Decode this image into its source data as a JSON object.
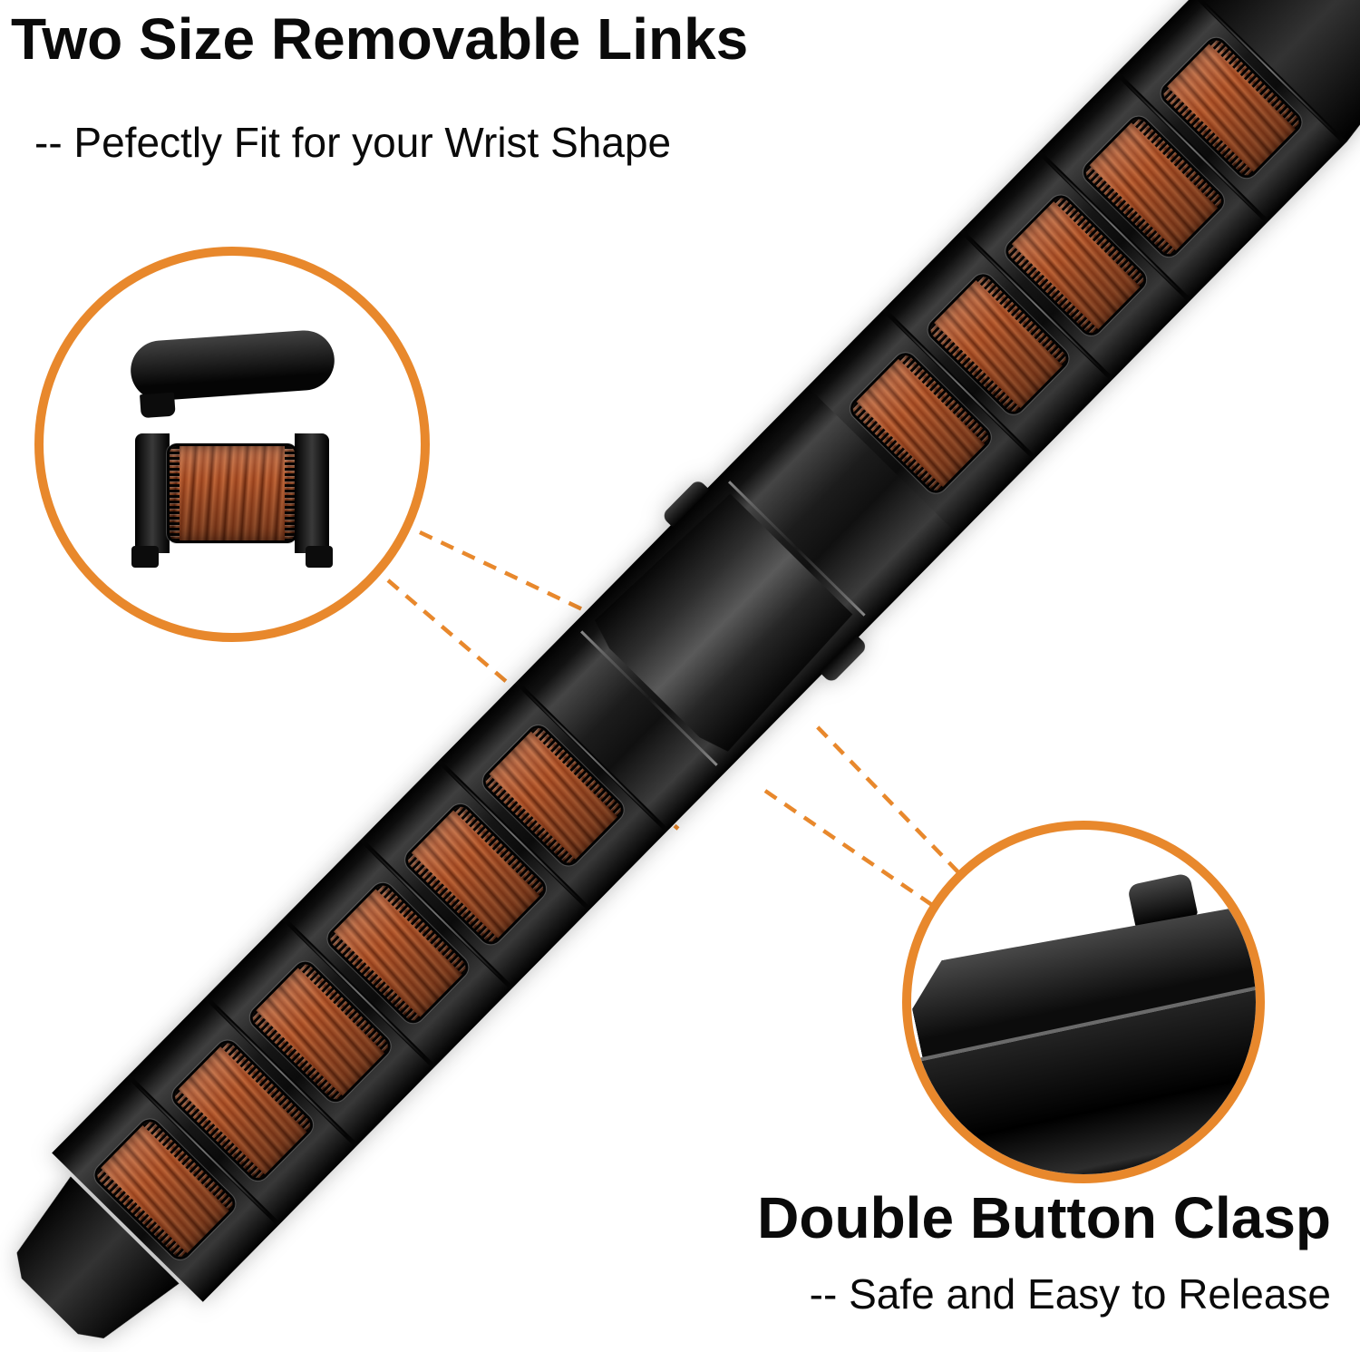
{
  "headings": {
    "top_title": "Two Size Removable Links",
    "top_subtitle": "-- Pefectly Fit for your Wrist Shape",
    "bottom_title": "Double Button Clasp",
    "bottom_subtitle": "-- Safe and Easy to Release"
  },
  "colors": {
    "accent_orange": "#E8882C",
    "metal_black": "#111111",
    "wood_base": "#98411C",
    "wood_light": "#C2683A",
    "wood_dark": "#6E2A0F",
    "background": "#FFFFFF",
    "text": "#0A0A0A"
  },
  "band": {
    "lower_link_count": 6,
    "upper_link_count": 5,
    "angle_deg": -45.4
  },
  "callouts": {
    "top_left": "removable-link-detail",
    "bottom_right": "double-button-clasp-detail"
  }
}
